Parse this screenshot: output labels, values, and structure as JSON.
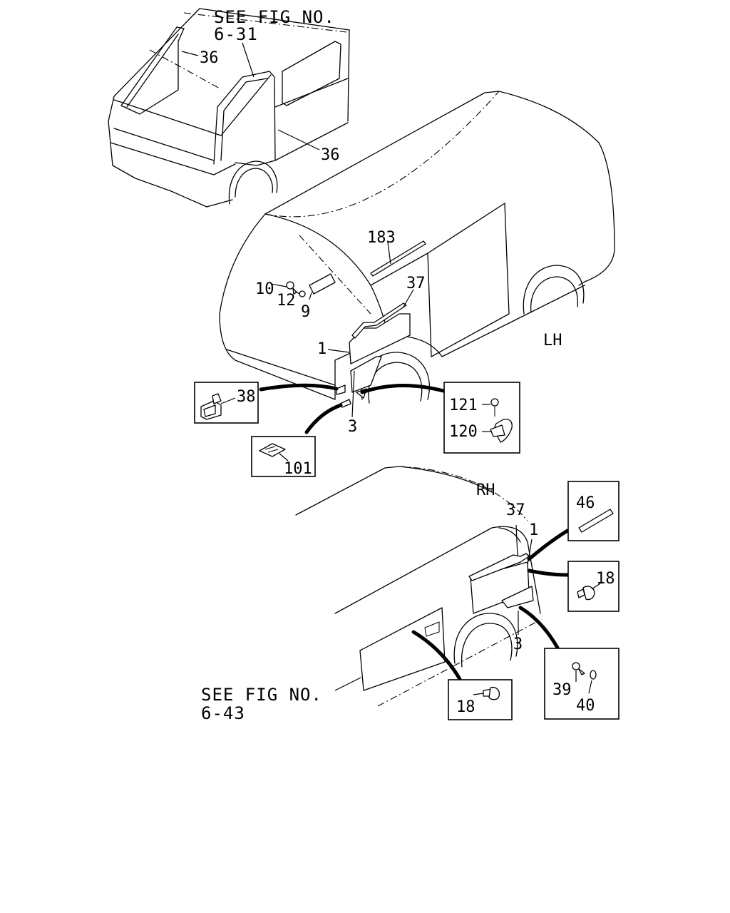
{
  "refs": {
    "top": {
      "line1": "SEE FIG NO.",
      "line2": "6-31"
    },
    "bottom": {
      "line1": "SEE FIG NO.",
      "line2": "6-43"
    }
  },
  "side_labels": {
    "lh": "LH",
    "rh": "RH"
  },
  "callouts": {
    "p36a": "36",
    "p36b": "36",
    "p183": "183",
    "p37a": "37",
    "p10": "10",
    "p12": "12",
    "p9": "9",
    "p1a": "1",
    "p3a": "3",
    "p38": "38",
    "p101": "101",
    "p121": "121",
    "p120": "120",
    "p37b": "37",
    "p1b": "1",
    "p46": "46",
    "p18a": "18",
    "p3b": "3",
    "p39": "39",
    "p40": "40",
    "p18b": "18"
  }
}
